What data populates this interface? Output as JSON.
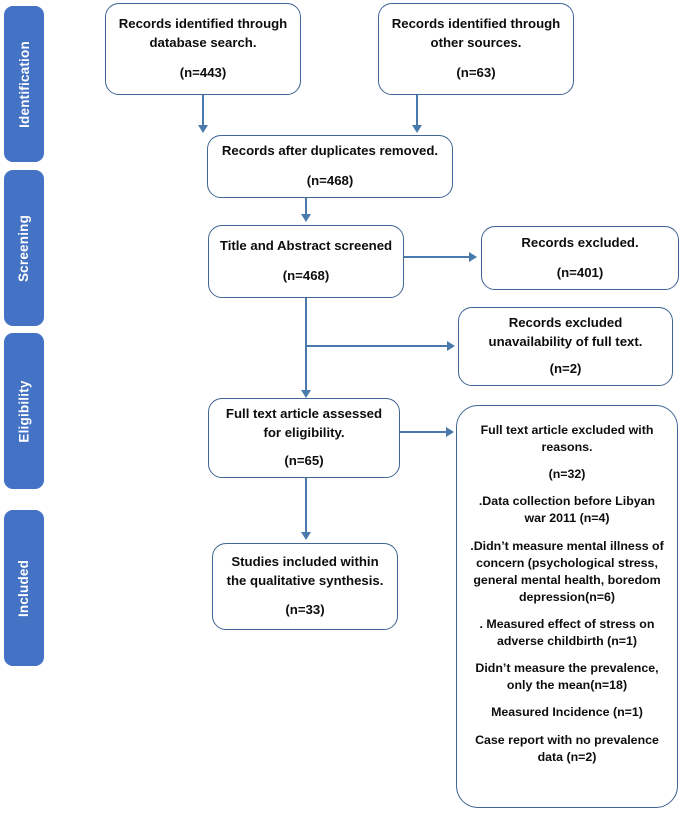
{
  "diagram": {
    "title": "PRISMA study selection flow diagram",
    "colors": {
      "stage_tab_fill": "#4472C4",
      "stage_tab_text": "#FFFFFF",
      "box_border": "#3E6593",
      "connector": "#4A7AAB",
      "text": "#0D0D0D",
      "background": "#FFFFFF"
    }
  },
  "stages": [
    {
      "id": "identification",
      "label": "Identification"
    },
    {
      "id": "screening",
      "label": "Screening"
    },
    {
      "id": "eligibility",
      "label": "Eligibility"
    },
    {
      "id": "included",
      "label": "Included"
    }
  ],
  "boxes": {
    "records_db": {
      "text": "Records identified through database search.",
      "count": "(n=443)"
    },
    "records_other": {
      "text": "Records identified through other sources.",
      "count": "(n=63)"
    },
    "after_duplicates": {
      "text": "Records after duplicates removed.",
      "count": "(n=468)"
    },
    "title_abstract": {
      "text": "Title and Abstract screened",
      "count": "(n=468)"
    },
    "records_excluded": {
      "text": "Records excluded.",
      "count": "(n=401)"
    },
    "excluded_unavailable": {
      "text": "Records excluded unavailability of full text.",
      "count": "(n=2)"
    },
    "full_text_assessed": {
      "text": "Full text article assessed for eligibility.",
      "count": "(n=65)"
    },
    "studies_included": {
      "text": "Studies included within the qualitative synthesis.",
      "count": "(n=33)"
    },
    "excluded_reasons": {
      "heading": "Full text article excluded with reasons.",
      "count": "(n=32)",
      "reasons": [
        ".Data collection before Libyan war 2011 (n=4)",
        ".Didn’t measure mental illness of concern (psychological stress, general mental health, boredom depression(n=6)",
        ". Measured effect of stress on adverse childbirth (n=1)",
        "Didn’t measure the prevalence, only the mean(n=18)",
        "Measured Incidence (n=1)",
        "Case report with no prevalence data (n=2)"
      ]
    }
  }
}
